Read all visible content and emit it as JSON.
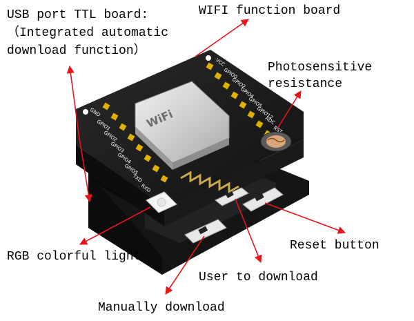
{
  "labels": {
    "usb_board_line1": "USB port TTL board:",
    "usb_board_line2": "（Integrated automatic",
    "usb_board_line3": "download function）",
    "wifi_board": "WIFI function board",
    "photo_line1": "Photosensitive",
    "photo_line2": "resistance",
    "rgb_light": "RGB colorful light",
    "reset_button": "Reset button",
    "user_download": "User to download",
    "manual_download": "Manually download"
  },
  "pcb": {
    "wifi_mark": "WiFi",
    "left_pins": [
      "GND",
      "GPIO1",
      "GPIO2",
      "GPIO3",
      "GPIO4",
      "GPIO5",
      "TXD",
      "RXD"
    ],
    "right_pins": [
      "VCC",
      "GPIO0",
      "GPIO2",
      "GPIO4",
      "GPIO5",
      "GPIO12",
      "ADC",
      "RST"
    ]
  },
  "colors": {
    "arrow": "#e8141b",
    "pcb_black": "#1b1b1b",
    "module_silver": "#d9d9d9",
    "pin_yellow": "#e0b000",
    "antenna_gold": "#c7a84b"
  }
}
